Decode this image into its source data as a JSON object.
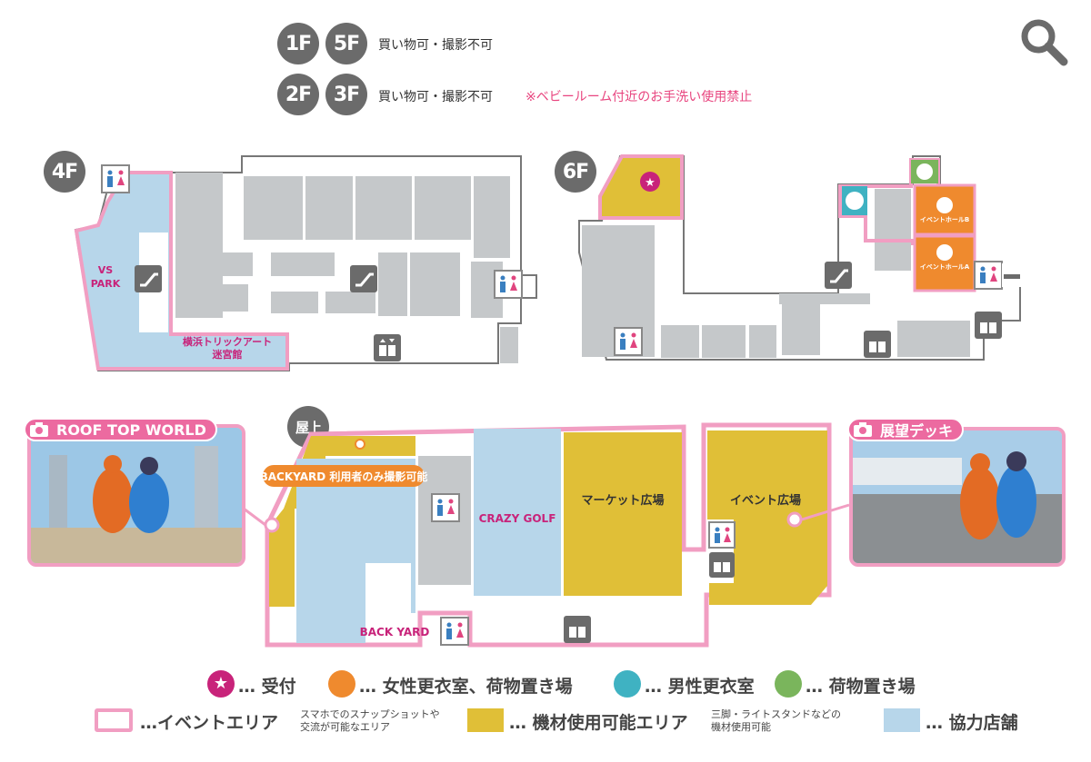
{
  "rules": {
    "row1_floors": [
      "1F",
      "5F"
    ],
    "row1_text": "買い物可・撮影不可",
    "row2_floors": [
      "2F",
      "3F"
    ],
    "row2_text": "買い物可・撮影不可",
    "row2_note": "※ベビールーム付近のお手洗い使用禁止"
  },
  "floors": {
    "f4": {
      "badge": "4F",
      "vs_park": [
        "VS",
        "PARK"
      ],
      "trick_art": [
        "横浜トリックアート",
        "迷宮館"
      ]
    },
    "f6": {
      "badge": "6F",
      "event_hall_b": "イベントホールB",
      "event_hall_a": "イベントホールA"
    },
    "roof": {
      "badge": "屋上",
      "backyard_note": "BACKYARD 利用者のみ撮影可能",
      "crazy_golf": "CRAZY GOLF",
      "market": "マーケット広場",
      "event_plaza": "イベント広場",
      "back_yard": "BACK YARD"
    }
  },
  "photos": {
    "left_title": "ROOF TOP WORLD",
    "right_title": "展望デッキ"
  },
  "legend": {
    "reception": "… 受付",
    "female_room": "… 女性更衣室、荷物置き場",
    "male_room": "… 男性更衣室",
    "luggage": "… 荷物置き場",
    "event_area": "…イベントエリア",
    "event_area_note": [
      "スマホでのスナップショットや",
      "交流が可能なエリア"
    ],
    "equipment_area": "… 機材使用可能エリア",
    "equipment_note": [
      "三脚・ライトスタンドなどの",
      "機材使用可能"
    ],
    "partner_store": "… 協力店舗"
  },
  "colors": {
    "pink": "#f19ec2",
    "magenta": "#c8237a",
    "gold": "#e0bf37",
    "lightblue": "#b7d6ea",
    "gray": "#c5c8ca",
    "orange": "#ef8a2e",
    "teal": "#3fb2c2",
    "green": "#7ab55c",
    "badge": "#6b6b6b"
  }
}
